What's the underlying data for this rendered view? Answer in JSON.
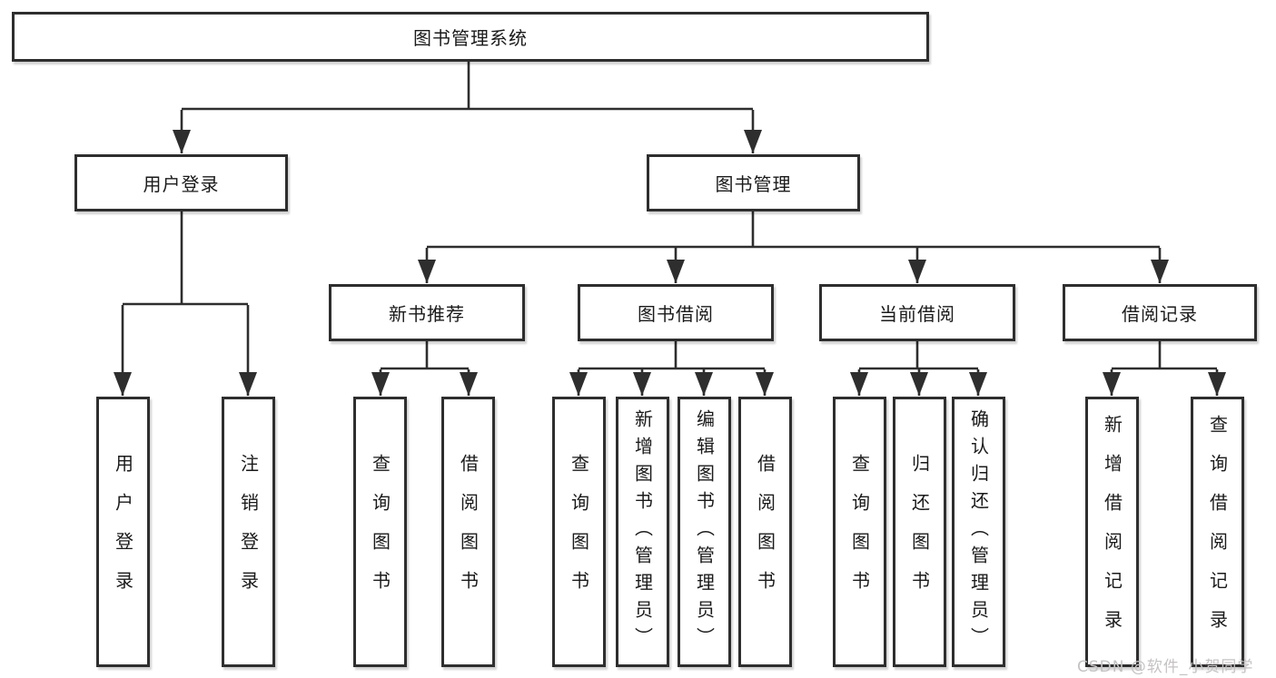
{
  "diagram": {
    "root": "图书管理系统",
    "user_login": {
      "label": "用户登录",
      "children": [
        "用户登录",
        "注销登录"
      ]
    },
    "book_mgmt": {
      "label": "图书管理",
      "sections": {
        "new_books": {
          "label": "新书推荐",
          "children": [
            "查询图书",
            "借阅图书"
          ]
        },
        "book_borrow": {
          "label": "图书借阅",
          "children": [
            "查询图书",
            "新增图书（管理员）",
            "编辑图书（管理员）",
            "借阅图书"
          ]
        },
        "current_borrow": {
          "label": "当前借阅",
          "children": [
            "查询图书",
            "归还图书",
            "确认归还（管理员）"
          ]
        },
        "borrow_records": {
          "label": "借阅记录",
          "children": [
            "新增借阅记录",
            "查询借阅记录"
          ]
        }
      }
    }
  },
  "watermark": {
    "text": "CSDN @软件_小贺同学"
  },
  "colors": {
    "line": "#2e2e2e",
    "box_border": "#2e2e2e",
    "text": "#1a1a1a",
    "watermark": "#c6c2c2",
    "background": "#ffffff"
  }
}
